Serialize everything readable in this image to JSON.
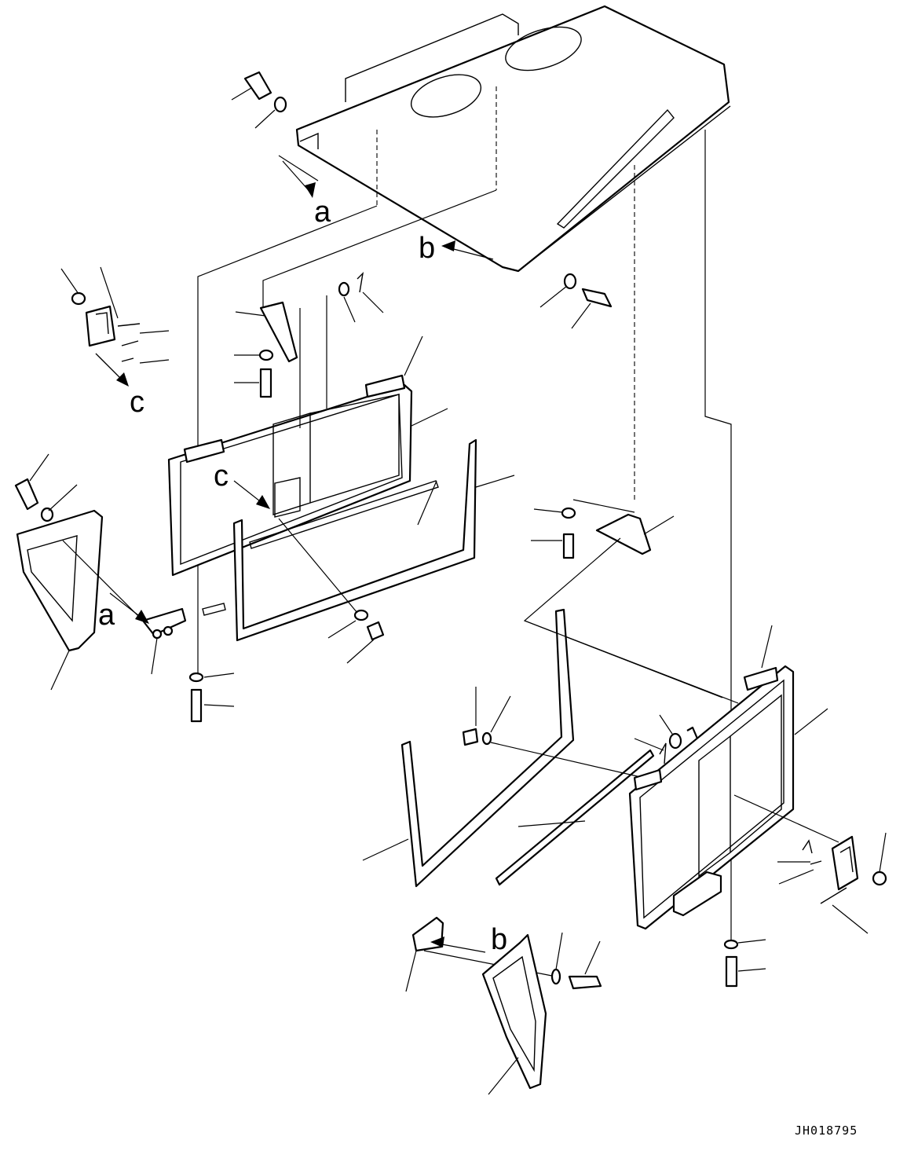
{
  "diagram": {
    "callouts": {
      "a_top": "a",
      "a_left": "a",
      "b_top": "b",
      "b_bottom": "b",
      "c_top": "c",
      "c_mid": "c"
    },
    "drawing_code": "JH018795"
  }
}
